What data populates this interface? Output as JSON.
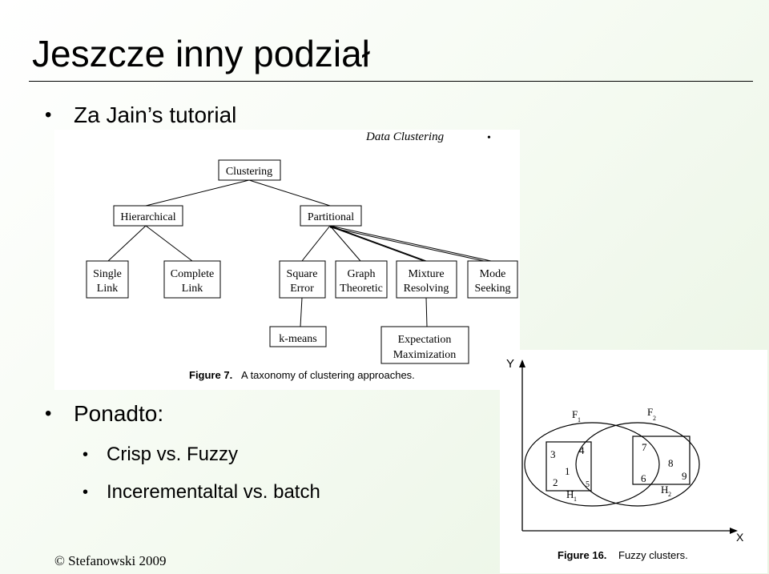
{
  "slide": {
    "title": "Jeszcze inny podział",
    "bullet1": "Za Jain’s tutorial",
    "bullet2": "Ponadto:",
    "sub1": "Crisp vs. Fuzzy",
    "sub2": "Incerementaltal vs. batch",
    "footer": "© Stefanowski 2009"
  },
  "taxonomy": {
    "header": "Data Clustering",
    "root": "Clustering",
    "level1": [
      "Hierarchical",
      "Partitional"
    ],
    "hier_children": [
      [
        "Single",
        "Link"
      ],
      [
        "Complete",
        "Link"
      ]
    ],
    "part_children": [
      [
        "Square",
        "Error"
      ],
      [
        "Graph",
        "Theoretic"
      ],
      [
        "Mixture",
        "Resolving"
      ],
      [
        "Mode",
        "Seeking"
      ]
    ],
    "kmeans": "k-means",
    "em": [
      "Expectation",
      "Maximization"
    ],
    "caption_label": "Figure 7.",
    "caption_text": "A taxonomy of clustering approaches."
  },
  "fuzzy": {
    "y_label": "Y",
    "x_label": "X",
    "f1": "F",
    "f1_sub": "1",
    "f2": "F",
    "f2_sub": "2",
    "h1": "H",
    "h1_sub": "1",
    "h2": "H",
    "h2_sub": "2",
    "points": [
      "1",
      "2",
      "3",
      "4",
      "5",
      "6",
      "7",
      "8",
      "9"
    ],
    "caption_label": "Figure 16.",
    "caption_text": "Fuzzy clusters."
  }
}
